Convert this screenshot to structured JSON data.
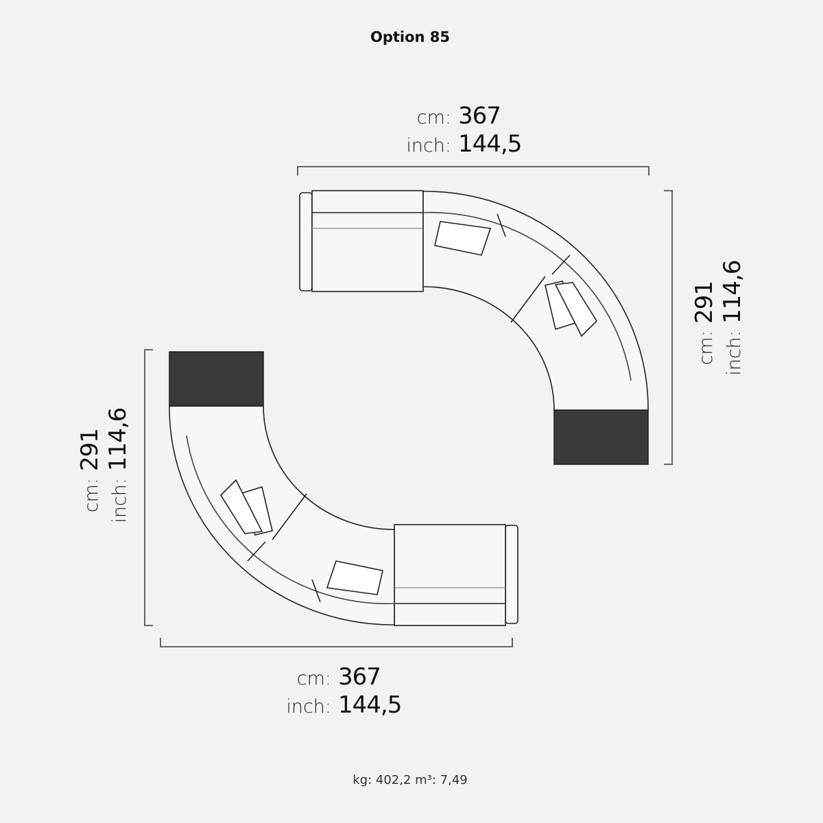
{
  "title": "Option 85",
  "dimensions": {
    "top_width": {
      "cm_label": "cm:",
      "cm": "367",
      "inch_label": "inch:",
      "inch": "144,5"
    },
    "right_depth": {
      "cm_label": "cm:",
      "cm": "291",
      "inch_label": "inch:",
      "inch": "114,6"
    },
    "left_depth": {
      "cm_label": "cm:",
      "cm": "291",
      "inch_label": "inch:",
      "inch": "114,6"
    },
    "bottom_width": {
      "cm_label": "cm:",
      "cm": "367",
      "inch_label": "inch:",
      "inch": "144,5"
    }
  },
  "footer": "kg: 402,2 m³: 7,49",
  "colors": {
    "line": "#555555",
    "table": "#3a3a3a",
    "background": "#f2f2f2"
  }
}
